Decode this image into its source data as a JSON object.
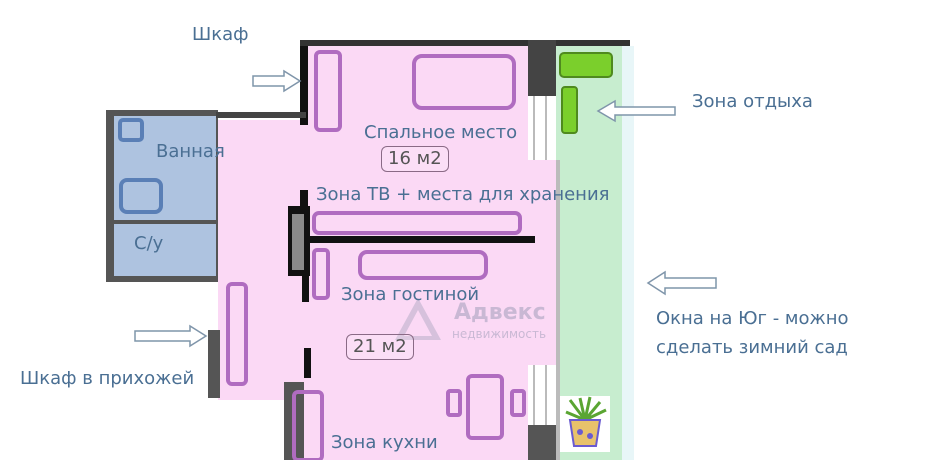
{
  "labels": {
    "wardrobe": "Шкаф",
    "bathroom": "Ванная",
    "toilet": "С/у",
    "sleeping_area": "Спальное место",
    "area_bedroom": "16 м2",
    "tv_zone": "Зона ТВ + места для хранения",
    "living_zone": "Зона гостиной",
    "area_living": "21 м2",
    "kitchen_zone": "Зона кухни",
    "hall_wardrobe": "Шкаф в прихожей",
    "rest_zone": "Зона отдыха",
    "windows_line1": "Окна на Юг - можно",
    "windows_line2": "сделать зимний сад"
  },
  "watermark": {
    "brand": "Адвекс",
    "tagline": "недвижимость"
  },
  "colors": {
    "room_pink": "#fbd9f5",
    "bath_blue": "#aec3e0",
    "fixture_blue": "#5a7fb6",
    "garden_green": "#c7edcf",
    "furniture_purple": "#b06cc0",
    "plant_green": "#7bcf2c",
    "wall_dark": "#2f2f2f",
    "label_blue": "#4a6f93"
  }
}
